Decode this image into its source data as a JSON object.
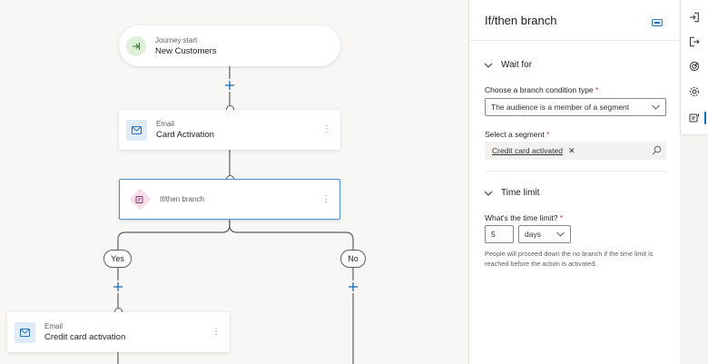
{
  "canvas": {
    "start_node": {
      "kind": "Journey start",
      "name": "New Customers",
      "icon": "enter-icon"
    },
    "email_node_1": {
      "kind": "Email",
      "name": "Card Activation",
      "icon": "mail-icon"
    },
    "ifthen_node": {
      "name": "If/then branch",
      "icon": "branch-icon"
    },
    "branch_yes": "Yes",
    "branch_no": "No",
    "email_node_2": {
      "kind": "Email",
      "name": "Credit card activation",
      "icon": "mail-icon"
    }
  },
  "panel": {
    "title": "If/then branch",
    "wait_for": {
      "heading": "Wait for",
      "condition_label": "Choose a branch condition type",
      "condition_value": "The audience is a member of a segment",
      "segment_label": "Select a segment",
      "segment_tag": "Credit card activated",
      "remove_glyph": "✕"
    },
    "time_limit": {
      "heading": "Time limit",
      "label": "What's the time limit?",
      "value": "5",
      "unit": "days",
      "hint": "People will proceed down the no branch if the time limit is reached before the action is activated."
    },
    "required_mark": "*"
  },
  "colors": {
    "accent": "#0f6cbd",
    "selection_border": "#4f8fd0",
    "required": "#c4314b"
  }
}
